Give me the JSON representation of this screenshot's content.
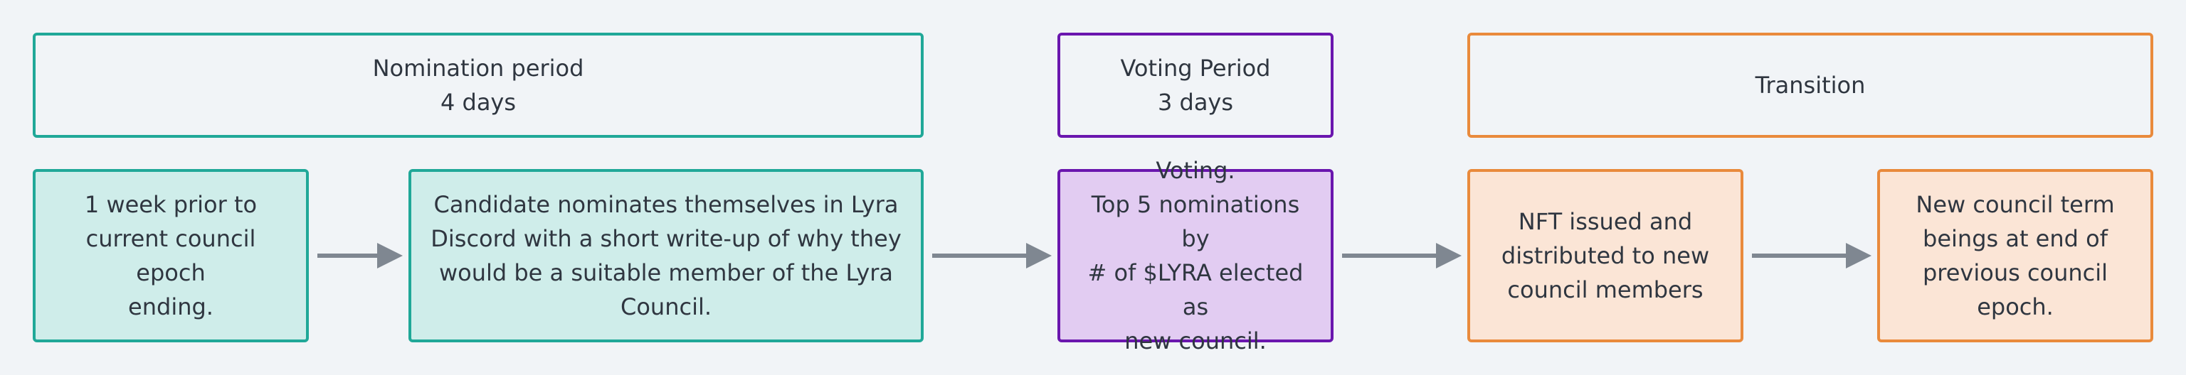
{
  "headers": {
    "nomination": "Nomination period\n4 days",
    "voting": "Voting Period\n3 days",
    "transition": "Transition"
  },
  "steps": {
    "step1": "1 week prior to\ncurrent council epoch\nending.",
    "step2": "Candidate nominates themselves in Lyra\nDiscord with a short write-up of why they\nwould be a suitable member of the Lyra\nCouncil.",
    "step3": "Voting.\nTop 5 nominations by\n# of $LYRA elected as\nnew council.",
    "step4": "NFT issued and\ndistributed to new\ncouncil members",
    "step5": "New council term\nbeings at end of\nprevious council\nepoch."
  },
  "colors": {
    "teal_border": "#20a898",
    "teal_fill": "#cfedea",
    "purple_border": "#6a16ae",
    "purple_fill": "#e2ccf2",
    "orange_border": "#e98a3c",
    "orange_fill": "#fbe5d6",
    "arrow": "#7f8791",
    "background": "#f1f4f7"
  }
}
